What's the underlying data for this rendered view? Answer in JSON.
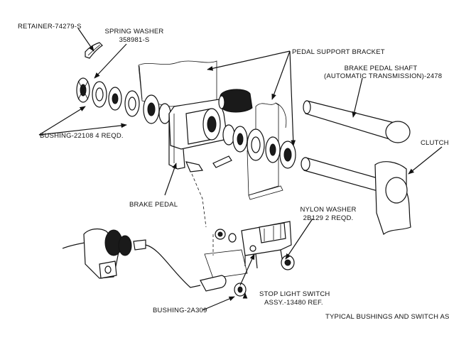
{
  "labels": {
    "retainer": "RETAINER-74279-S",
    "spring_washer_1": "SPRING WASHER",
    "spring_washer_2": "358981-S",
    "pedal_support_bracket": "PEDAL SUPPORT BRACKET",
    "shaft_1": "BRAKE PEDAL SHAFT",
    "shaft_2": "(AUTOMATIC TRANSMISSION)-2478",
    "clutch": "CLUTCH",
    "bushing_22108": "BUSHING-22108 4 REQD.",
    "brake_pedal": "BRAKE PEDAL",
    "nylon_washer_1": "NYLON WASHER",
    "nylon_washer_2": "2B129 2 REQD.",
    "stop_light_1": "STOP LIGHT SWITCH",
    "stop_light_2": "ASSY.-13480 REF.",
    "bushing_2a309": "BUSHING-2A309",
    "caption": "TYPICAL BUSHINGS AND SWITCH AS"
  }
}
